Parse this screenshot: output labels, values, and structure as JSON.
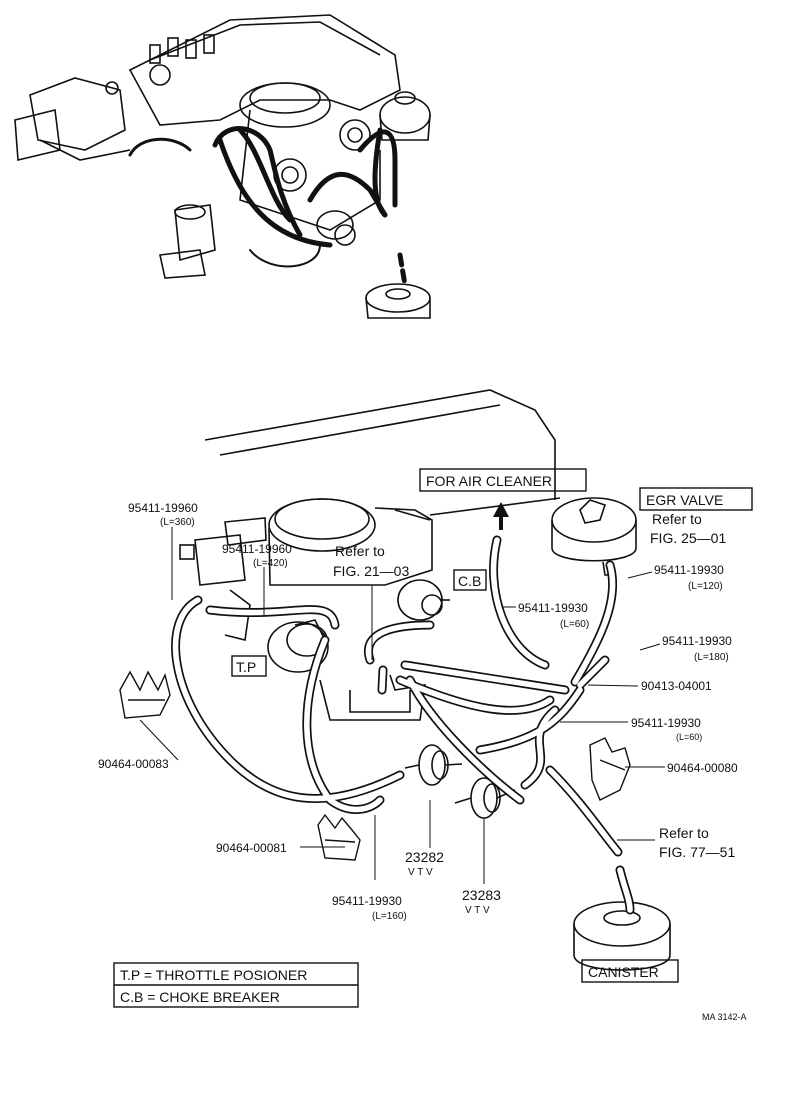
{
  "labels": {
    "for_air_cleaner": "FOR AIR CLEANER",
    "egr_valve": "EGR VALVE",
    "egr_refer": "Refer to",
    "egr_fig": "FIG. 25—01",
    "cb": "C.B",
    "tp": "T.P",
    "canister": "CANISTER",
    "fig21_refer": "Refer to",
    "fig21_fig": "FIG. 21—03",
    "fig77_refer": "Refer to",
    "fig77_fig": "FIG. 77—51",
    "hose_360_pn": "95411-19960",
    "hose_360_len": "(L=360)",
    "hose_420_pn": "95411-19960",
    "hose_420_len": "(L=420)",
    "hose_120_pn": "95411-19930",
    "hose_120_len": "(L=120)",
    "hose_60a_pn": "95411-19930",
    "hose_60a_len": "(L=60)",
    "hose_180_pn": "95411-19930",
    "hose_180_len": "(L=180)",
    "joint_pn": "90413-04001",
    "hose_60b_pn": "95411-19930",
    "hose_60b_len": "(L=60)",
    "clip_00080": "90464-00080",
    "clip_00083": "90464-00083",
    "clip_00081": "90464-00081",
    "vtv1_pn": "23282",
    "vtv1_name": "V T V",
    "vtv2_pn": "23283",
    "vtv2_name": "V T V",
    "hose_160_pn": "95411-19930",
    "hose_160_len": "(L=160)",
    "legend_tp": "T.P = THROTTLE POSIONER",
    "legend_cb": "C.B = CHOKE BREAKER",
    "drawing_code": "MA 3142-A"
  }
}
